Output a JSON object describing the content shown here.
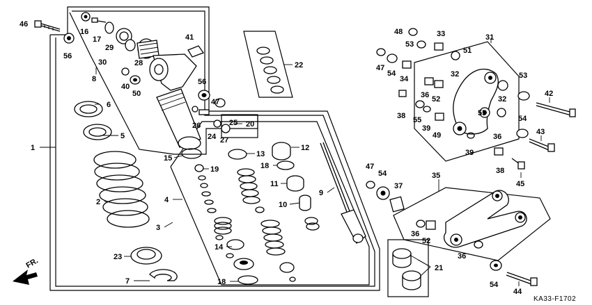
{
  "diagram": {
    "drawing_code": "KA33-F1702",
    "direction_label": "FR.",
    "callouts": [
      {
        "id": "c1",
        "label": "1"
      },
      {
        "id": "c2",
        "label": "2"
      },
      {
        "id": "c3",
        "label": "3"
      },
      {
        "id": "c4",
        "label": "4"
      },
      {
        "id": "c5",
        "label": "5"
      },
      {
        "id": "c6",
        "label": "6"
      },
      {
        "id": "c7",
        "label": "7"
      },
      {
        "id": "c8",
        "label": "8"
      },
      {
        "id": "c9",
        "label": "9"
      },
      {
        "id": "c10",
        "label": "10"
      },
      {
        "id": "c11",
        "label": "11"
      },
      {
        "id": "c12",
        "label": "12"
      },
      {
        "id": "c13",
        "label": "13"
      },
      {
        "id": "c14",
        "label": "14"
      },
      {
        "id": "c15",
        "label": "15"
      },
      {
        "id": "c16",
        "label": "16"
      },
      {
        "id": "c17",
        "label": "17"
      },
      {
        "id": "c18a",
        "label": "18"
      },
      {
        "id": "c18b",
        "label": "18"
      },
      {
        "id": "c19",
        "label": "19"
      },
      {
        "id": "c20",
        "label": "20"
      },
      {
        "id": "c21",
        "label": "21"
      },
      {
        "id": "c22",
        "label": "22"
      },
      {
        "id": "c23",
        "label": "23"
      },
      {
        "id": "c24",
        "label": "24"
      },
      {
        "id": "c25",
        "label": "25"
      },
      {
        "id": "c26",
        "label": "26"
      },
      {
        "id": "c27",
        "label": "27"
      },
      {
        "id": "c28",
        "label": "28"
      },
      {
        "id": "c29",
        "label": "29"
      },
      {
        "id": "c30",
        "label": "30"
      },
      {
        "id": "c31",
        "label": "31"
      },
      {
        "id": "c32a",
        "label": "32"
      },
      {
        "id": "c32b",
        "label": "32"
      },
      {
        "id": "c33",
        "label": "33"
      },
      {
        "id": "c34",
        "label": "34"
      },
      {
        "id": "c35",
        "label": "35"
      },
      {
        "id": "c36a",
        "label": "36"
      },
      {
        "id": "c36b",
        "label": "36"
      },
      {
        "id": "c36c",
        "label": "36"
      },
      {
        "id": "c36d",
        "label": "36"
      },
      {
        "id": "c37",
        "label": "37"
      },
      {
        "id": "c38a",
        "label": "38"
      },
      {
        "id": "c38b",
        "label": "38"
      },
      {
        "id": "c39a",
        "label": "39"
      },
      {
        "id": "c39b",
        "label": "39"
      },
      {
        "id": "c40",
        "label": "40"
      },
      {
        "id": "c41",
        "label": "41"
      },
      {
        "id": "c42",
        "label": "42"
      },
      {
        "id": "c43",
        "label": "43"
      },
      {
        "id": "c44",
        "label": "44"
      },
      {
        "id": "c45",
        "label": "45"
      },
      {
        "id": "c46",
        "label": "46"
      },
      {
        "id": "c47a",
        "label": "47"
      },
      {
        "id": "c47b",
        "label": "47"
      },
      {
        "id": "c47c",
        "label": "47"
      },
      {
        "id": "c48",
        "label": "48"
      },
      {
        "id": "c49",
        "label": "49"
      },
      {
        "id": "c50",
        "label": "50"
      },
      {
        "id": "c51",
        "label": "51"
      },
      {
        "id": "c52a",
        "label": "52"
      },
      {
        "id": "c52b",
        "label": "52"
      },
      {
        "id": "c53a",
        "label": "53"
      },
      {
        "id": "c53b",
        "label": "53"
      },
      {
        "id": "c54a",
        "label": "54"
      },
      {
        "id": "c54b",
        "label": "54"
      },
      {
        "id": "c54c",
        "label": "54"
      },
      {
        "id": "c54d",
        "label": "54"
      },
      {
        "id": "c55a",
        "label": "55"
      },
      {
        "id": "c55b",
        "label": "55"
      },
      {
        "id": "c56a",
        "label": "56"
      },
      {
        "id": "c56b",
        "label": "56"
      }
    ]
  }
}
